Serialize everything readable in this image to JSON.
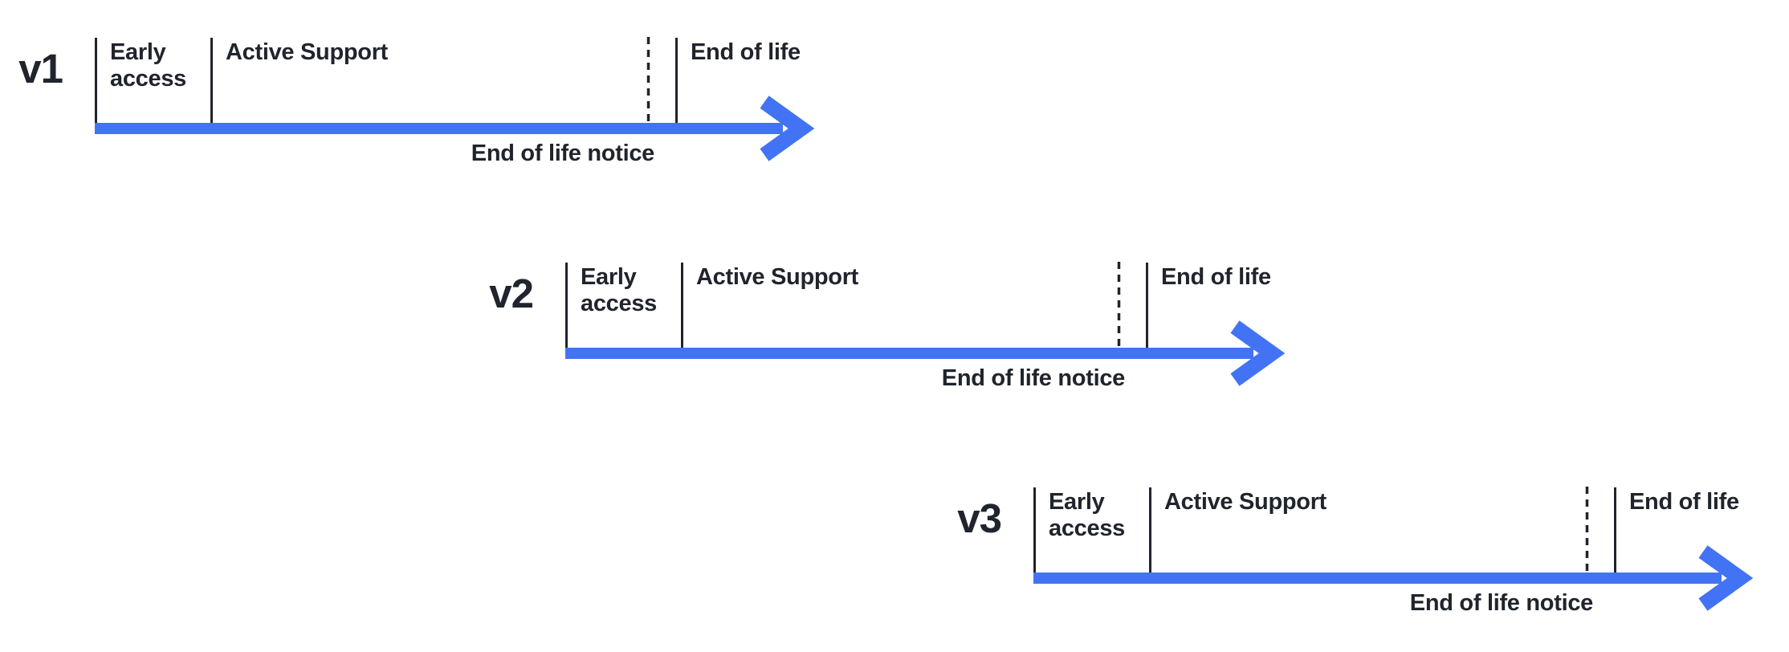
{
  "diagram": {
    "title_hint": "version-lifecycle-timelines",
    "colors": {
      "arrow": "#4273F4",
      "ink": "#20242C"
    },
    "rows": [
      {
        "version": "v1",
        "labels": {
          "early_access": "Early access",
          "active_support": "Active Support",
          "end_of_life": "End of life",
          "eol_notice": "End of life notice"
        }
      },
      {
        "version": "v2",
        "labels": {
          "early_access": "Early access",
          "active_support": "Active Support",
          "end_of_life": "End of life",
          "eol_notice": "End of life notice"
        }
      },
      {
        "version": "v3",
        "labels": {
          "early_access": "Early access",
          "active_support": "Active Support",
          "end_of_life": "End of life",
          "eol_notice": "End of life notice"
        }
      }
    ]
  }
}
